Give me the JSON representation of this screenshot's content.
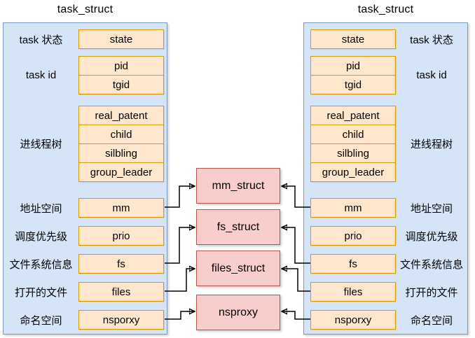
{
  "diagram": {
    "left_panel": {
      "title": "task_struct",
      "groups": [
        {
          "label": "task 状态",
          "fields": [
            "state"
          ]
        },
        {
          "label": "task id",
          "fields": [
            "pid",
            "tgid"
          ]
        },
        {
          "label": "进线程树",
          "fields": [
            "real_patent",
            "child",
            "silbling",
            "group_leader"
          ]
        },
        {
          "label": "地址空间",
          "fields": [
            "mm"
          ]
        },
        {
          "label": "调度优先级",
          "fields": [
            "prio"
          ]
        },
        {
          "label": "文件系统信息",
          "fields": [
            "fs"
          ]
        },
        {
          "label": "打开的文件",
          "fields": [
            "files"
          ]
        },
        {
          "label": "命名空间",
          "fields": [
            "nsporxy"
          ]
        }
      ]
    },
    "right_panel": {
      "title": "task_struct",
      "groups": [
        {
          "label": "task 状态",
          "fields": [
            "state"
          ]
        },
        {
          "label": "task id",
          "fields": [
            "pid",
            "tgid"
          ]
        },
        {
          "label": "进线程树",
          "fields": [
            "real_patent",
            "child",
            "silbling",
            "group_leader"
          ]
        },
        {
          "label": "地址空间",
          "fields": [
            "mm"
          ]
        },
        {
          "label": "调度优先级",
          "fields": [
            "prio"
          ]
        },
        {
          "label": "文件系统信息",
          "fields": [
            "fs"
          ]
        },
        {
          "label": "打开的文件",
          "fields": [
            "files"
          ]
        },
        {
          "label": "命名空间",
          "fields": [
            "nsporxy"
          ]
        }
      ]
    },
    "shared_structs": [
      {
        "name": "mm_struct"
      },
      {
        "name": "fs_struct"
      },
      {
        "name": "files_struct"
      },
      {
        "name": "nsproxy"
      }
    ],
    "colors": {
      "panel_fill": "#d5e5f7",
      "panel_border": "#7b98bd",
      "field_fill": "#ffe6cc",
      "field_border": "#d79b00",
      "struct_fill": "#f8cecc",
      "struct_border": "#b85450",
      "arrow": "#000000"
    }
  }
}
